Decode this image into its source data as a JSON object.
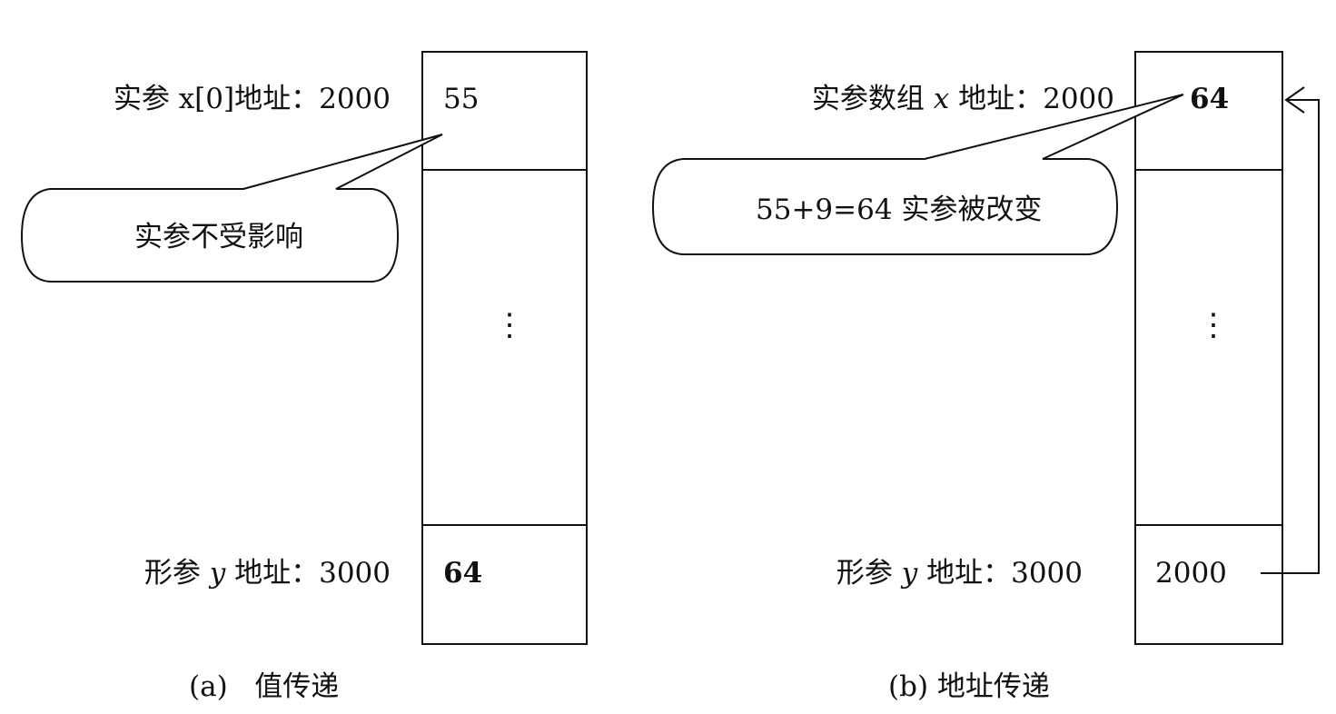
{
  "panel_a": {
    "caption_id": "(a)",
    "caption_text": "值传递",
    "actual_label_pre": "实参 x[0]地址：",
    "actual_address": "2000",
    "actual_value": "55",
    "formal_label_pre": "形参",
    "formal_var": "y",
    "formal_label_post": "地址：",
    "formal_address": "3000",
    "formal_value": "64",
    "callout_text": "实参不受影响",
    "ellipsis": "⋮"
  },
  "panel_b": {
    "caption_id": "(b)",
    "caption_text": "地址传递",
    "actual_label_pre": "实参数组",
    "actual_var": "x",
    "actual_label_post": "地址：",
    "actual_address": "2000",
    "actual_value": "64",
    "formal_label_pre": "形参",
    "formal_var": "y",
    "formal_label_post": "地址：",
    "formal_address": "3000",
    "formal_value": "2000",
    "callout_text": "55+9=64 实参被改变",
    "ellipsis": "⋮"
  },
  "colors": {
    "line": "#111111",
    "background": "#ffffff"
  }
}
